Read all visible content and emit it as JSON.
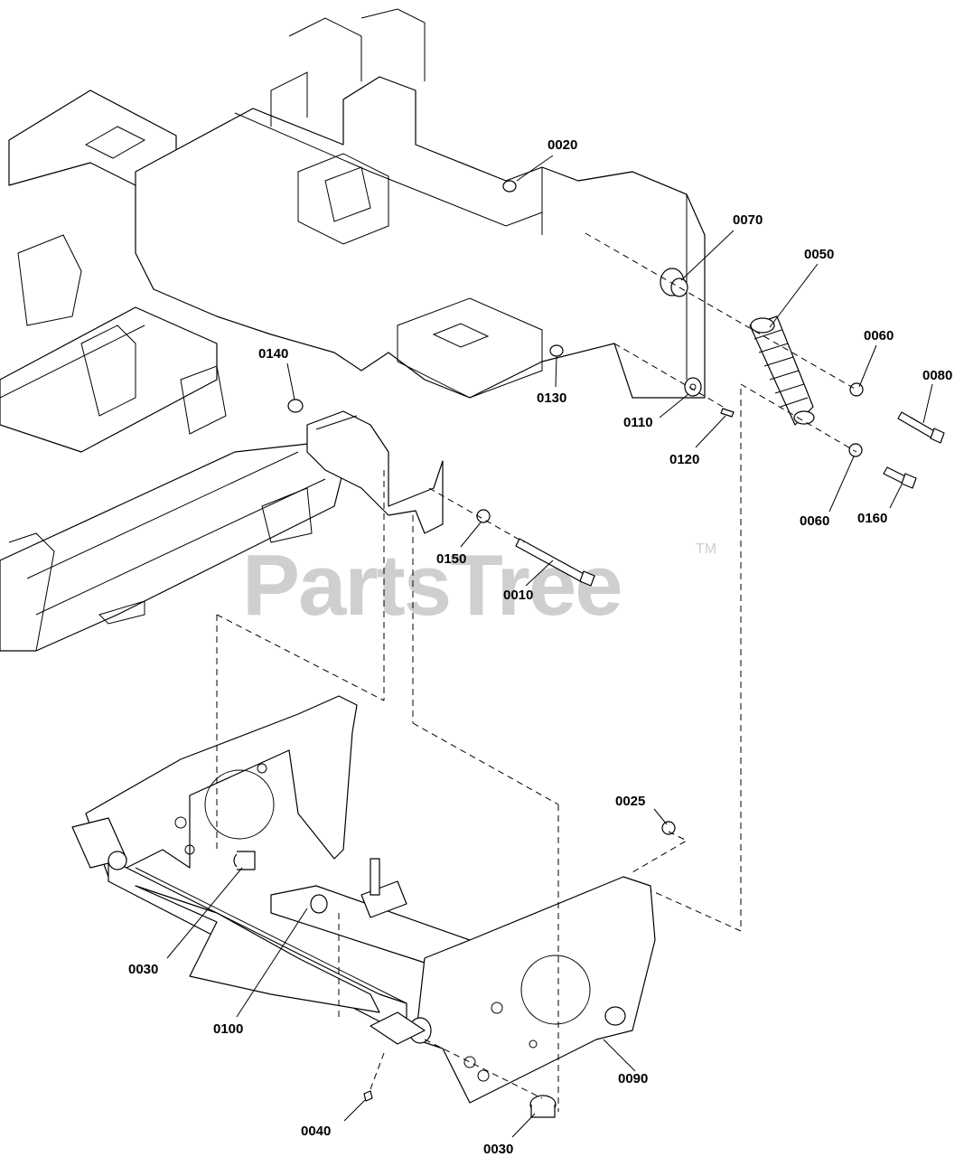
{
  "watermark": {
    "text": "PartsTree",
    "trademark": "TM"
  },
  "callouts": {
    "c0020": "0020",
    "c0070": "0070",
    "c0050": "0050",
    "c0060a": "0060",
    "c0080": "0080",
    "c0140": "0140",
    "c0130": "0130",
    "c0110": "0110",
    "c0120": "0120",
    "c0060b": "0060",
    "c0160": "0160",
    "c0150": "0150",
    "c0010": "0010",
    "c0025": "0025",
    "c0030a": "0030",
    "c0100": "0100",
    "c0090": "0090",
    "c0040": "0040",
    "c0030b": "0030"
  },
  "colors": {
    "line": "#000000",
    "watermark": "#cfcfcf",
    "background": "#ffffff"
  }
}
